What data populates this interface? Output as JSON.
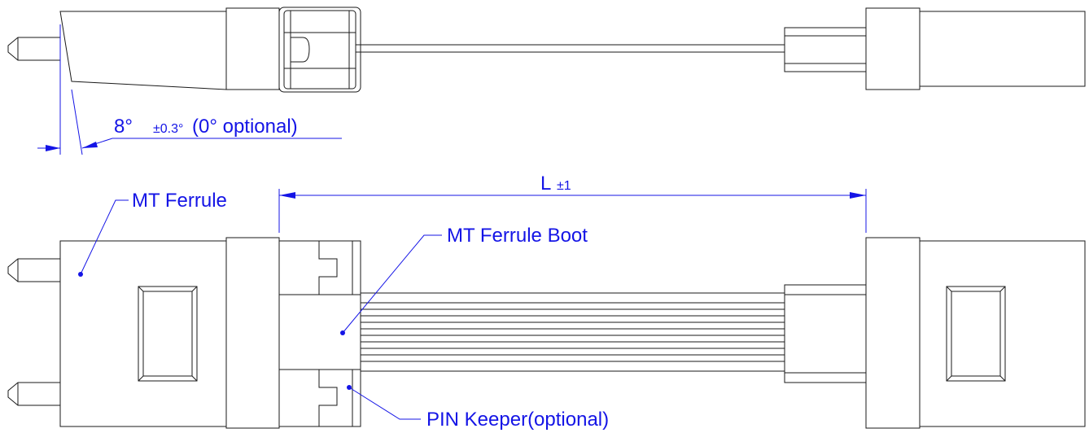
{
  "colors": {
    "outline": "#1a1a1a",
    "annotation": "#1414e6",
    "background": "#ffffff"
  },
  "angle_dimension": {
    "value": "8°",
    "tolerance": "±0.3°",
    "note": "(0° optional)"
  },
  "length_dimension": {
    "symbol": "L",
    "tolerance": "±1"
  },
  "callouts": {
    "mt_ferrule": "MT Ferrule",
    "mt_ferrule_boot": "MT Ferrule Boot",
    "pin_keeper": "PIN Keeper(optional)"
  }
}
